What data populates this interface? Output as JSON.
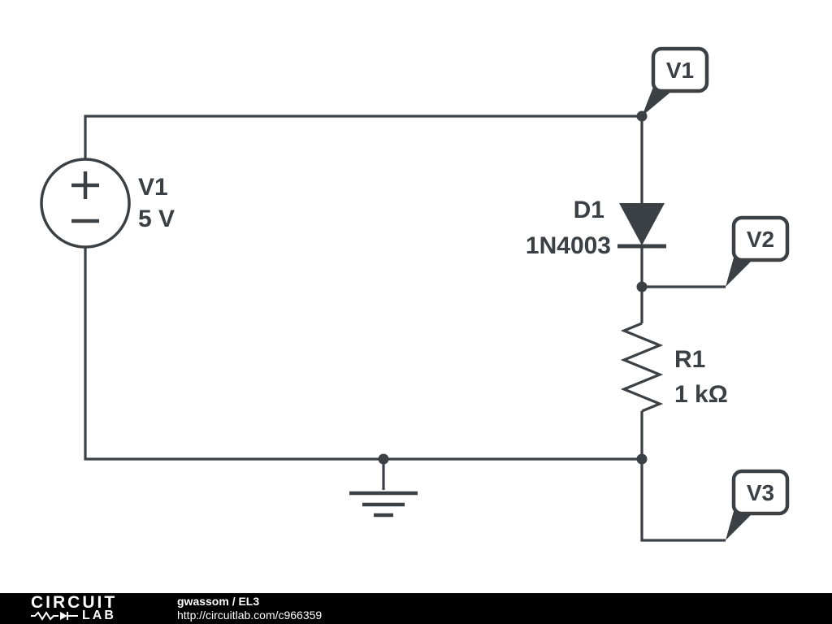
{
  "colors": {
    "schematic": "#3b4045",
    "footer_bg": "#000000",
    "footer_text": "#ffffff",
    "background": "#ffffff"
  },
  "schematic": {
    "source": {
      "ref": "V1",
      "value": "5 V"
    },
    "diode": {
      "ref": "D1",
      "value": "1N4003"
    },
    "resistor": {
      "ref": "R1",
      "value": "1 kΩ"
    },
    "probes": [
      {
        "label": "V1"
      },
      {
        "label": "V2"
      },
      {
        "label": "V3"
      }
    ]
  },
  "footer": {
    "logo_line1": "CIRCUIT",
    "logo_line2": "LAB",
    "title": "gwassom / EL3",
    "url": "http://circuitlab.com/c966359"
  }
}
